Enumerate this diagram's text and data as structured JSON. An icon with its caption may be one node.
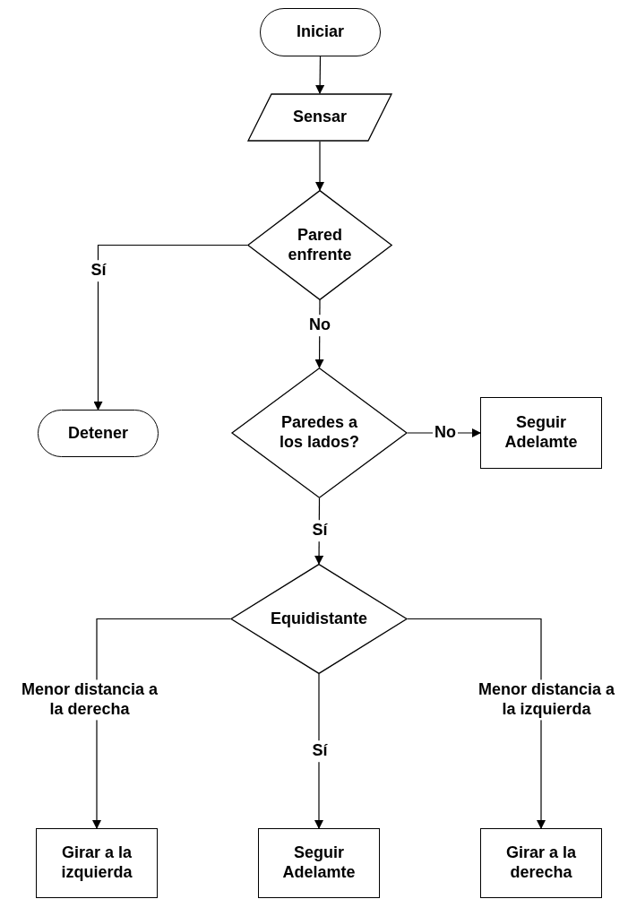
{
  "diagram": {
    "nodes": [
      {
        "text": [
          "Iniciar"
        ]
      },
      {
        "text": [
          "Sensar"
        ]
      },
      {
        "text": [
          "Pared enfrente"
        ]
      },
      {
        "text": [
          "Detener"
        ]
      },
      {
        "text": [
          "Paredes a los lados?"
        ]
      },
      {
        "text": [
          "Seguir Adelamte"
        ]
      },
      {
        "text": [
          "Equidistante"
        ]
      },
      {
        "text": [
          "Girar a la izquierda"
        ]
      },
      {
        "text": [
          "Seguir Adelamte"
        ]
      },
      {
        "text": [
          "Girar a la derecha"
        ]
      }
    ],
    "edges": [
      {
        "from": 0,
        "to": 1,
        "arrow": "to"
      },
      {
        "from": 1,
        "to": 2,
        "arrow": "to"
      },
      {
        "from": 2,
        "to": 3,
        "arrow": "to",
        "label": "Sí"
      },
      {
        "from": 2,
        "to": 4,
        "arrow": "to",
        "label": "No"
      },
      {
        "from": 4,
        "to": 5,
        "arrow": "to",
        "label": "No"
      },
      {
        "from": 4,
        "to": 6,
        "arrow": "to",
        "label": "Sí"
      },
      {
        "from": 6,
        "to": 7,
        "arrow": "to",
        "label": "Menor distancia a la derecha"
      },
      {
        "from": 6,
        "to": 8,
        "arrow": "to",
        "label": "Sí"
      },
      {
        "from": 6,
        "to": 9,
        "arrow": "to",
        "label": "Menor distancia a la izquierda"
      }
    ]
  }
}
